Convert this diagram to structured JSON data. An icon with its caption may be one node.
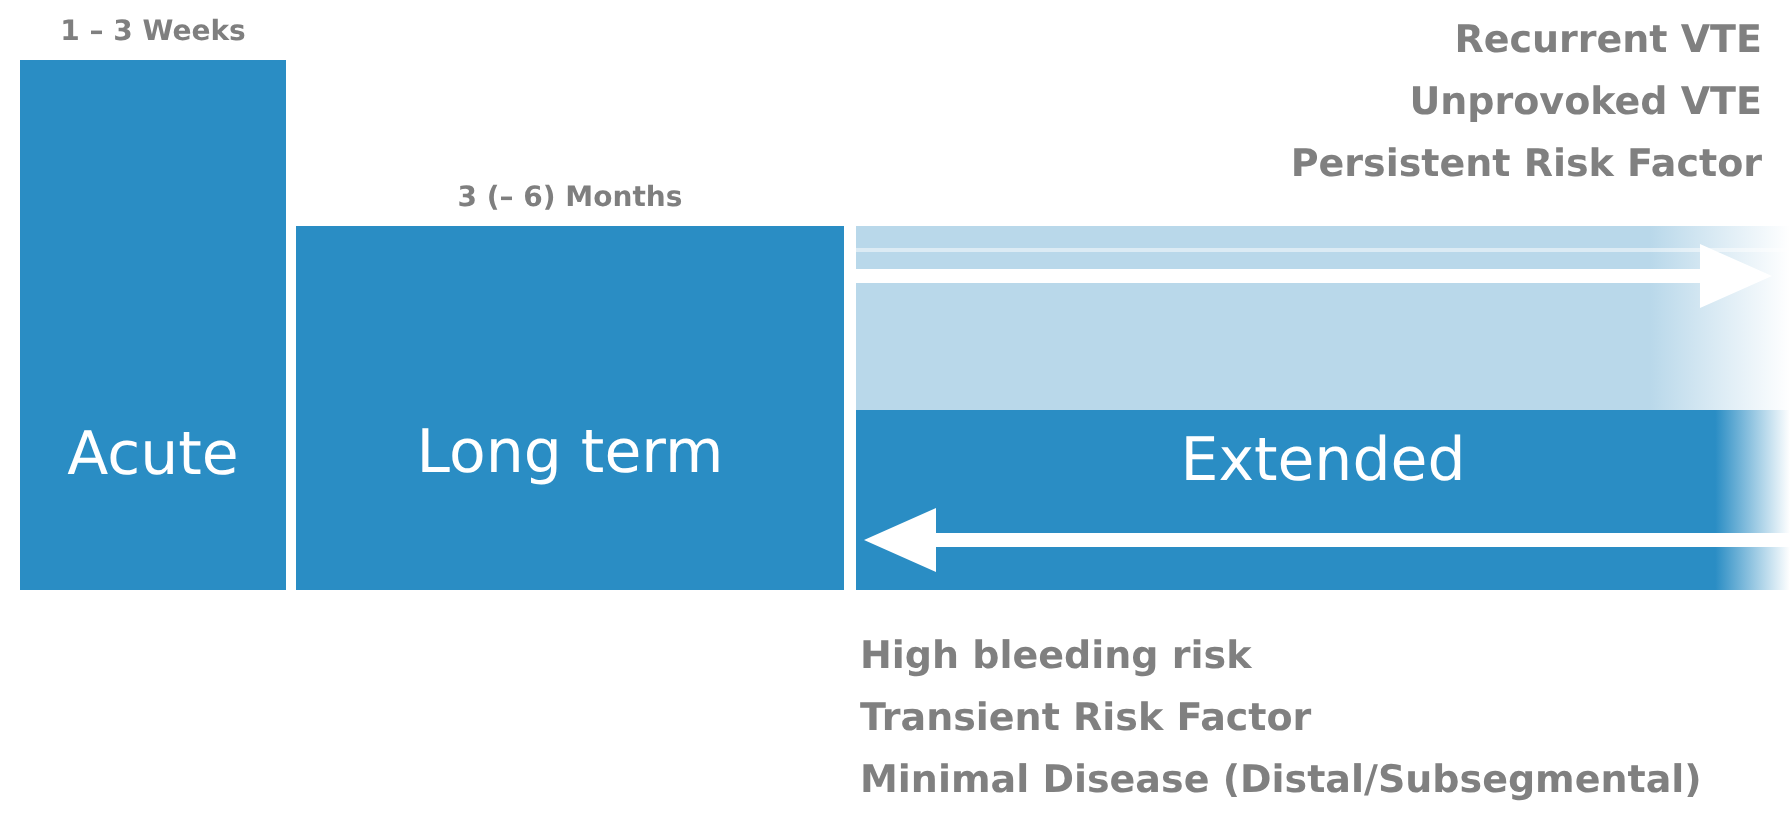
{
  "diagram": {
    "nodes": [
      {
        "text": [
          "Acute"
        ],
        "beside": [
          "1 – 3 Weeks"
        ]
      },
      {
        "text": [
          "Long term"
        ],
        "beside": [
          "3 (– 6) Months"
        ]
      },
      {
        "text": [],
        "shape": "bar"
      },
      {
        "text": [
          "Extended"
        ]
      }
    ],
    "labels": [
      "Recurrent VTE",
      "Unprovoked VTE",
      "Persistent Risk Factor",
      "High bleeding risk",
      "Transient Risk Factor",
      "Minimal Disease (Distal/Subsegmental)"
    ]
  }
}
